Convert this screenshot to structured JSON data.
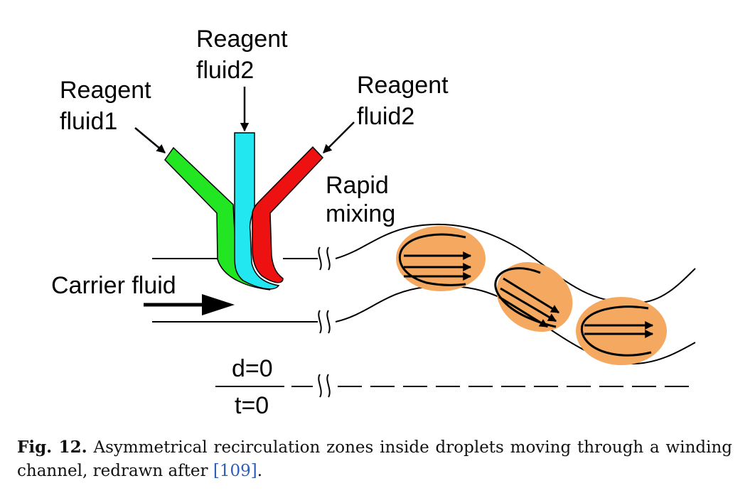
{
  "labels": {
    "reagent1_line1": "Reagent",
    "reagent1_line2": "fluid1",
    "reagent2_top_line1": "Reagent",
    "reagent2_top_line2": "fluid2",
    "reagent2_right_line1": "Reagent",
    "reagent2_right_line2": "fluid2",
    "rapid_mixing_line1": "Rapid",
    "rapid_mixing_line2": "mixing",
    "carrier_fluid": "Carrier fluid",
    "distance_zero": "d=0",
    "time_zero": "t=0"
  },
  "caption": {
    "fig_label": "Fig. 12.",
    "text": " Asymmetrical recirculation zones inside droplets moving through a winding channel, redrawn after ",
    "ref": "[109]",
    "end": "."
  },
  "colors": {
    "reagent_fluid1": "#22e622",
    "reagent_fluid2_top": "#22e6f0",
    "reagent_fluid2_right": "#ee1111",
    "droplet": "#f5a860",
    "ref_link": "#2b5db9"
  }
}
